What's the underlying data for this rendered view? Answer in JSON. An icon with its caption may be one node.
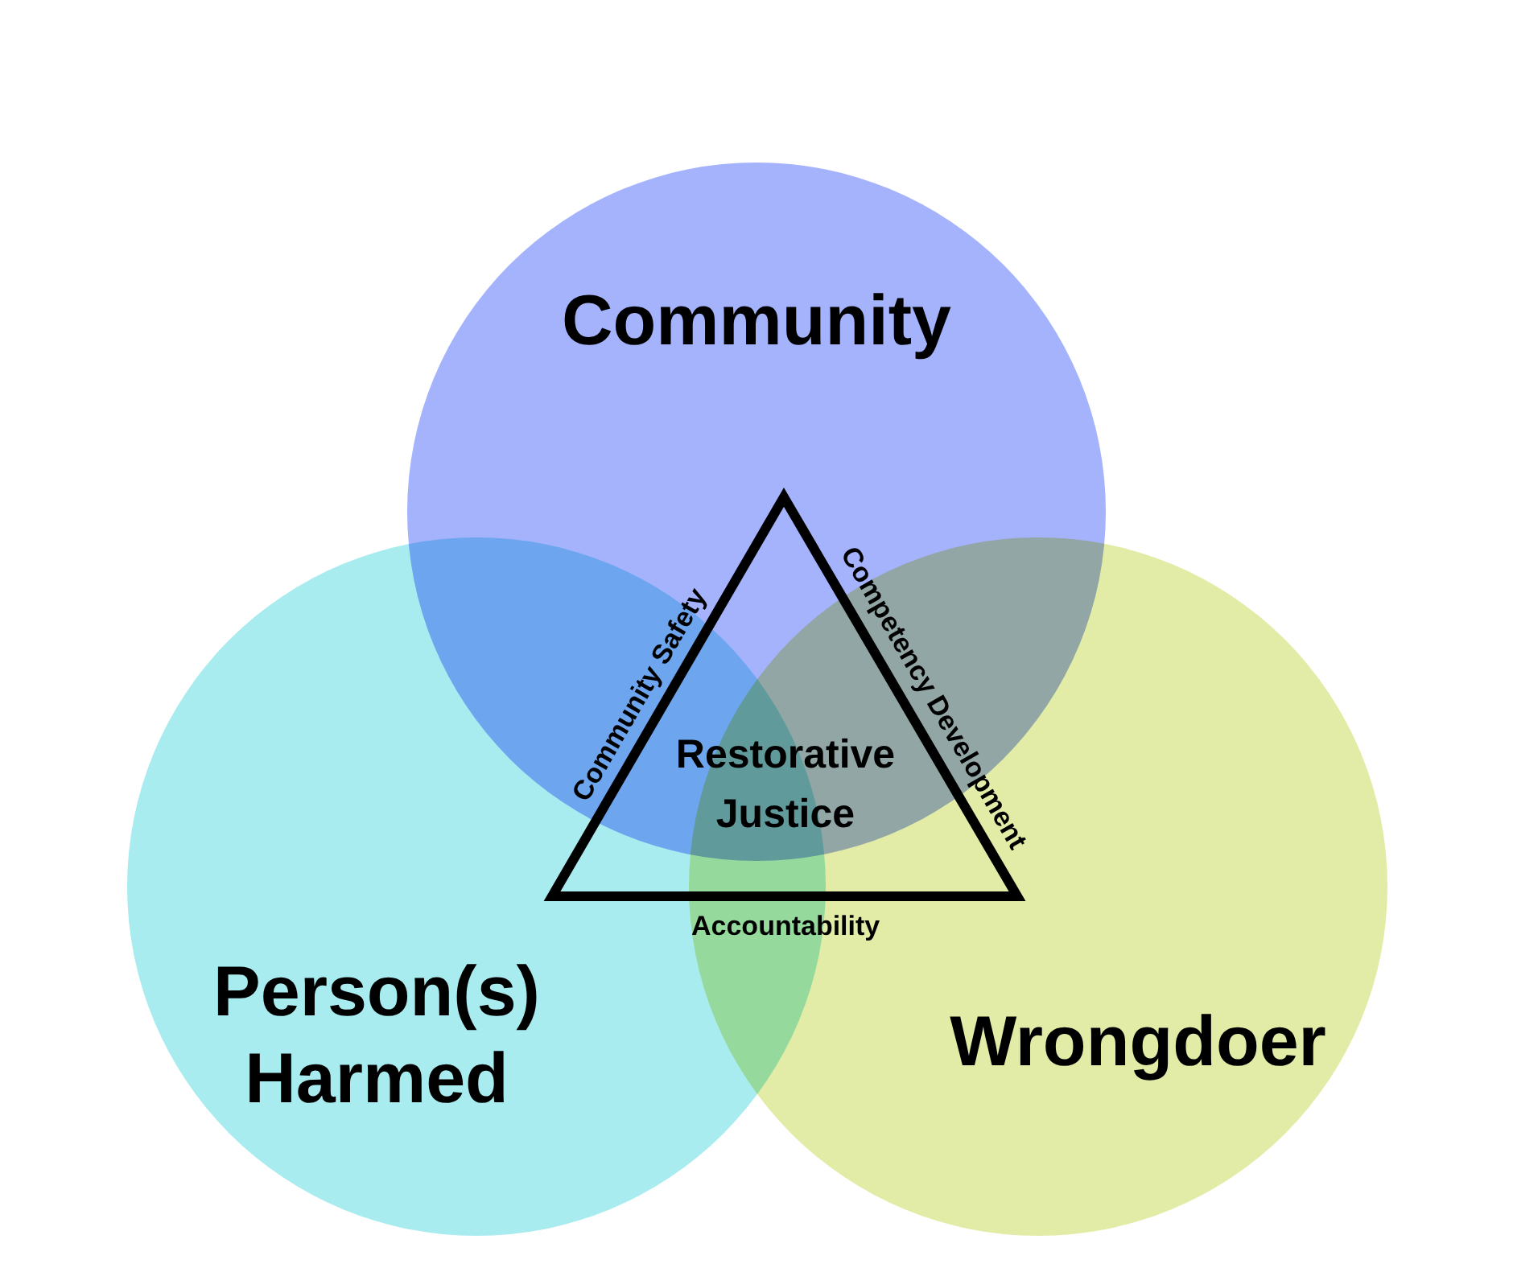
{
  "diagram": {
    "nodes": [
      {
        "text": [
          "Community"
        ]
      },
      {
        "text": [
          "Person(s) Harmed"
        ]
      },
      {
        "text": [
          "Wrongdoer"
        ]
      },
      {
        "text": [
          "Restorative Justice"
        ]
      }
    ],
    "labels": [
      "Community Safety",
      "Competency Development",
      "Accountability"
    ]
  }
}
